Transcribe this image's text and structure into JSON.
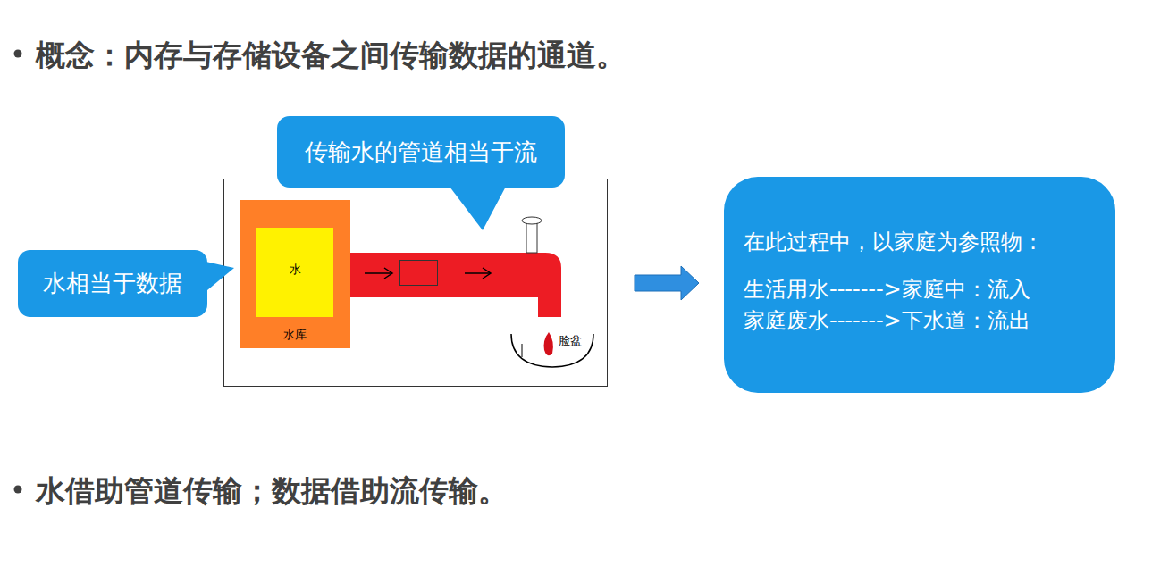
{
  "diagram": {
    "title": "概念：内存与存储设备之间传输数据的通道。",
    "caption": "水借助管道传输；数据借助流传输。",
    "nodes": [
      {
        "text": [
          "传输水的管道相当于流"
        ]
      },
      {
        "text": [
          "水相当于数据"
        ]
      },
      {
        "text": [
          "水库"
        ]
      },
      {
        "text": [
          "水"
        ],
        "in": 2
      },
      {
        "text": [
          "在此过程中，以家庭为参照物：",
          "生活用水------->家庭中：流入",
          "家庭废水------->下水道：流出"
        ]
      }
    ],
    "labels": [
      "脸盆"
    ]
  }
}
